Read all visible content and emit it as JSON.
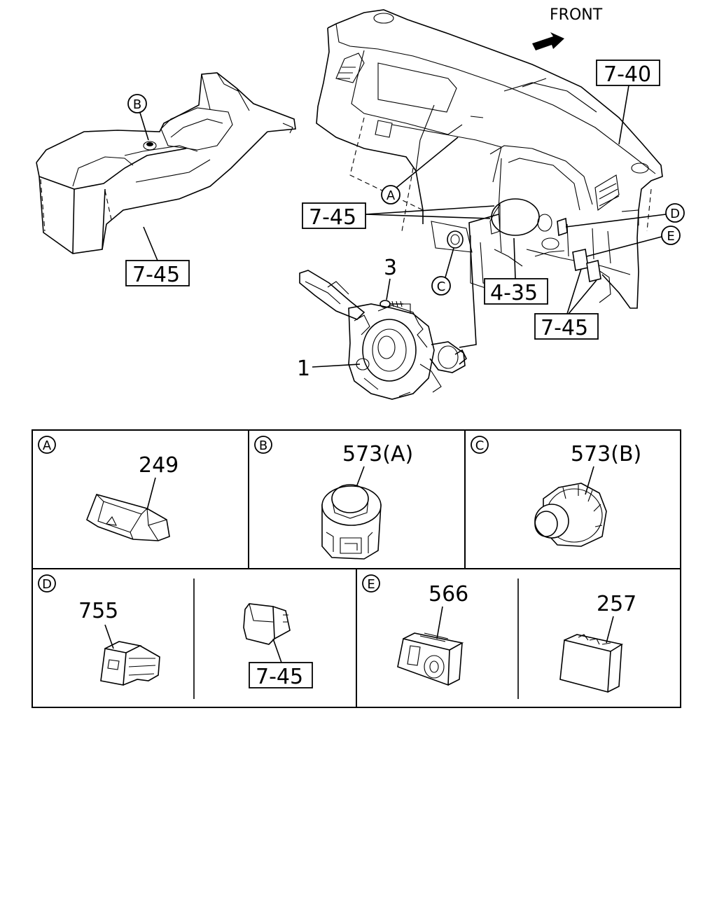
{
  "orientation": {
    "front_label": "FRONT"
  },
  "callouts": {
    "ref_7_40": "7-40",
    "ref_7_45_console": "7-45",
    "ref_7_45_dash": "7-45",
    "ref_7_45_lower": "7-45",
    "ref_4_35": "4-35",
    "part_1": "1",
    "part_3": "3",
    "circle_a": "A",
    "circle_b": "B",
    "circle_c": "C",
    "circle_d": "D",
    "circle_e": "E"
  },
  "details": {
    "a": {
      "marker": "A",
      "part": "249"
    },
    "b": {
      "marker": "B",
      "part": "573(A)"
    },
    "c": {
      "marker": "C",
      "part": "573(B)"
    },
    "d": {
      "marker": "D",
      "part_left": "755",
      "part_right": "7-45"
    },
    "e": {
      "marker": "E",
      "part_left": "566",
      "part_right": "257"
    }
  }
}
